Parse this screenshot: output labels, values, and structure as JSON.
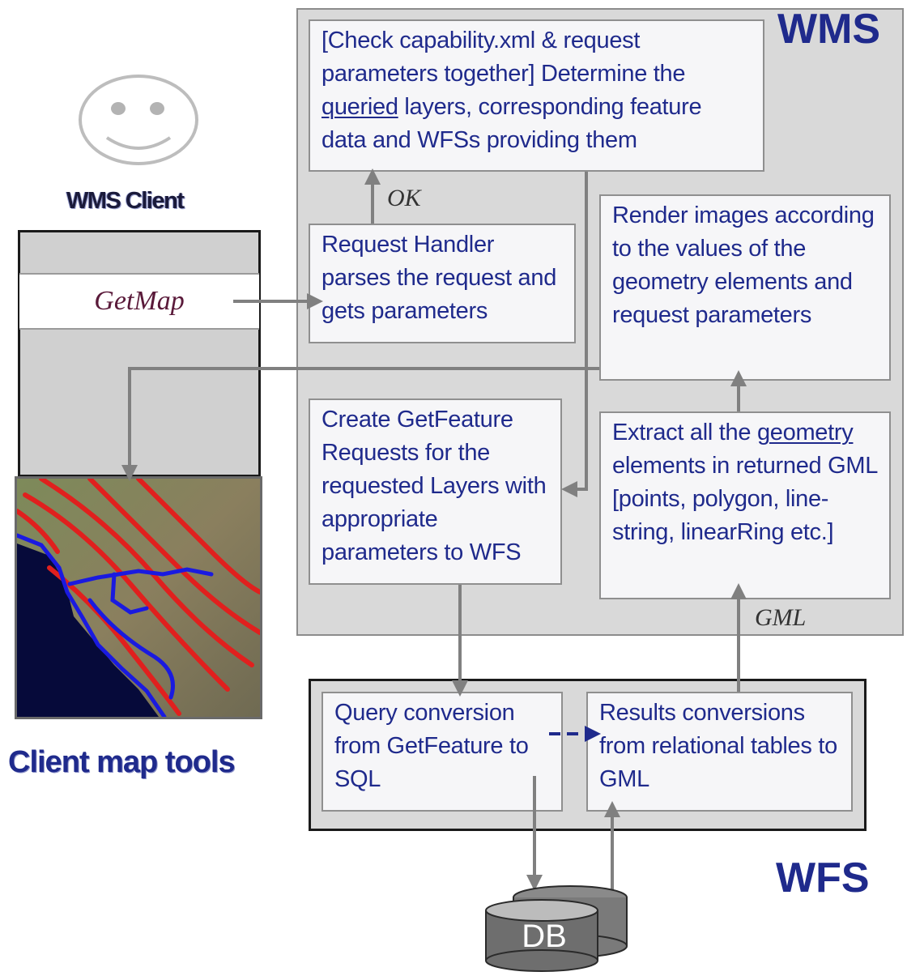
{
  "labels": {
    "wms": "WMS",
    "wfs": "WFS",
    "client": "WMS Client",
    "getmap": "GetMap",
    "client_tools": "Client map tools",
    "ok": "OK",
    "gml": "GML",
    "db": "DB"
  },
  "boxes": {
    "check": {
      "pre": "[Check capability.xml & request parameters together] Determine the ",
      "u": "queried",
      "post": " layers, corresponding feature data and WFSs providing them"
    },
    "handler": {
      "text": "Request Handler parses the request and gets parameters"
    },
    "render": {
      "text": "Render images according to the values of the geometry elements and request parameters"
    },
    "create": {
      "text": "Create GetFeature Requests for the requested Layers with appropriate parameters to WFS"
    },
    "extract": {
      "pre": "Extract all the ",
      "u": "geometry",
      "post": " elements in returned GML [points, polygon, line-string, linearRing etc.]"
    },
    "query": {
      "text": "Query conversion from GetFeature to SQL"
    },
    "results": {
      "text": "Results conversions from relational tables to GML"
    }
  },
  "colors": {
    "text_blue": "#1f2a8c",
    "panel_gray": "#d9d9d9",
    "arrow_gray": "#808080",
    "dash_blue": "#1f2a8c",
    "db_gray": "#6e6e6e",
    "getmap_maroon": "#5a1a3a"
  },
  "icons": [
    "smiley-face-icon",
    "database-icon",
    "map-thumbnail-icon"
  ]
}
